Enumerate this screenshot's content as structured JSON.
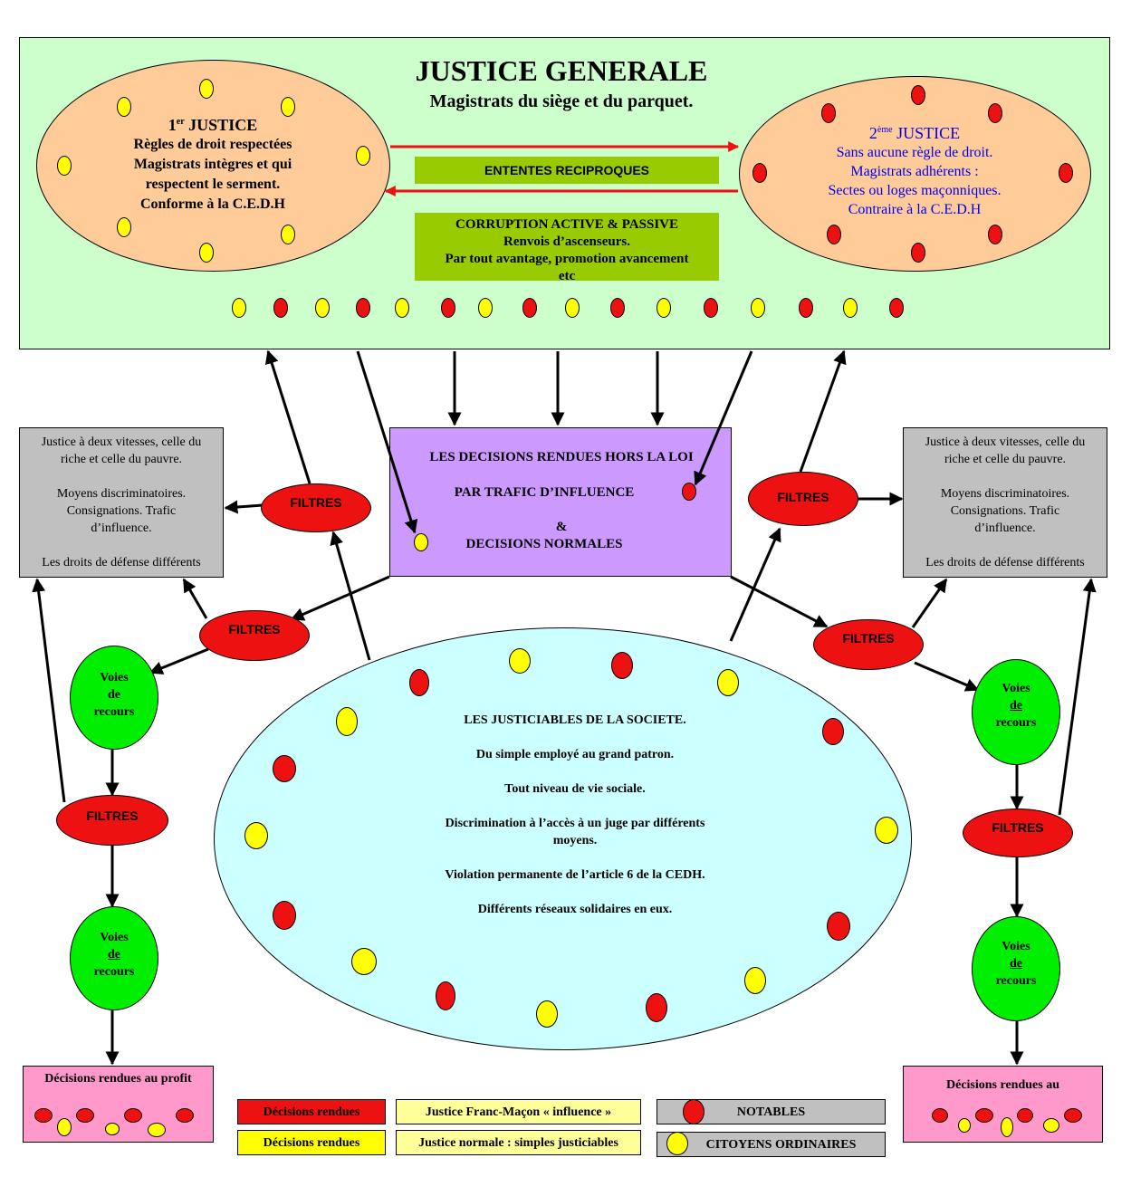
{
  "header": {
    "title": "JUSTICE GENERALE",
    "subtitle": "Magistrats du siège et du parquet."
  },
  "first_justice": {
    "title_prefix": "1",
    "title_sup": "er",
    "title_suffix": " JUSTICE",
    "lines": [
      "Règles de droit respectées",
      "Magistrats intègres et qui",
      "respectent le serment.",
      "Conforme à la C.E.D.H"
    ]
  },
  "second_justice": {
    "title_prefix": "2",
    "title_sup": "ème",
    "title_suffix": " JUSTICE",
    "lines": [
      "Sans aucune règle de droit.",
      "Magistrats adhérents :",
      "Sectes ou loges maçonniques.",
      "Contraire à la C.E.D.H"
    ]
  },
  "ententes": "ENTENTES RECIPROQUES",
  "corruption": {
    "title": "CORRUPTION ACTIVE & PASSIVE",
    "line1": "Renvois d’ascenseurs.",
    "line2": "Par tout avantage, promotion avancement",
    "line3": "etc"
  },
  "decisions_box": {
    "line1": "LES DECISIONS RENDUES HORS LA LOI",
    "line2": "PAR TRAFIC D’INFLUENCE",
    "line3": "&",
    "line4": "DECISIONS NORMALES"
  },
  "side_box": {
    "line1": "Justice à deux vitesses, celle du",
    "line2": "riche et celle du pauvre.",
    "line3": "Moyens discriminatoires.",
    "line4": "Consignations. Trafic",
    "line5": "d’influence.",
    "line6": "Les droits de défense différents"
  },
  "filtres_label": "FILTRES",
  "voies": {
    "l1": "Voies",
    "l2": "de",
    "l3": "recours"
  },
  "society": {
    "title": "LES JUSTICIABLES DE LA SOCIETE.",
    "line1": "Du simple employé au grand patron.",
    "line2": "Tout niveau de vie sociale.",
    "line3a": "Discrimination à l’accès à un juge par différents",
    "line3b": "moyens.",
    "line4": "Violation permanente de l’article 6 de la CEDH.",
    "line5": "Différents réseaux solidaires en eux."
  },
  "bottom_left_box": "Décisions rendues au profit",
  "bottom_right_box": "Décisions rendues au",
  "legend": {
    "red_decisions": "Décisions rendues",
    "yellow_decisions": "Décisions rendues",
    "franc_macon": "Justice Franc-Maçon « influence »",
    "normale": "Justice normale : simples justiciables",
    "notables": "NOTABLES",
    "citoyens": "CITOYENS ORDINAIRES"
  },
  "colors": {
    "top_panel": "#ccffcc",
    "justice_ellipse": "#ffcc99",
    "green_box": "#99cc00",
    "purple_box": "#cc99ff",
    "society_ellipse": "#ccffff",
    "grey_box": "#c0c0c0",
    "pink_box": "#ff99cc",
    "red": "#ee1111",
    "yellow": "#ffff00",
    "blue_text": "#0000ee"
  }
}
